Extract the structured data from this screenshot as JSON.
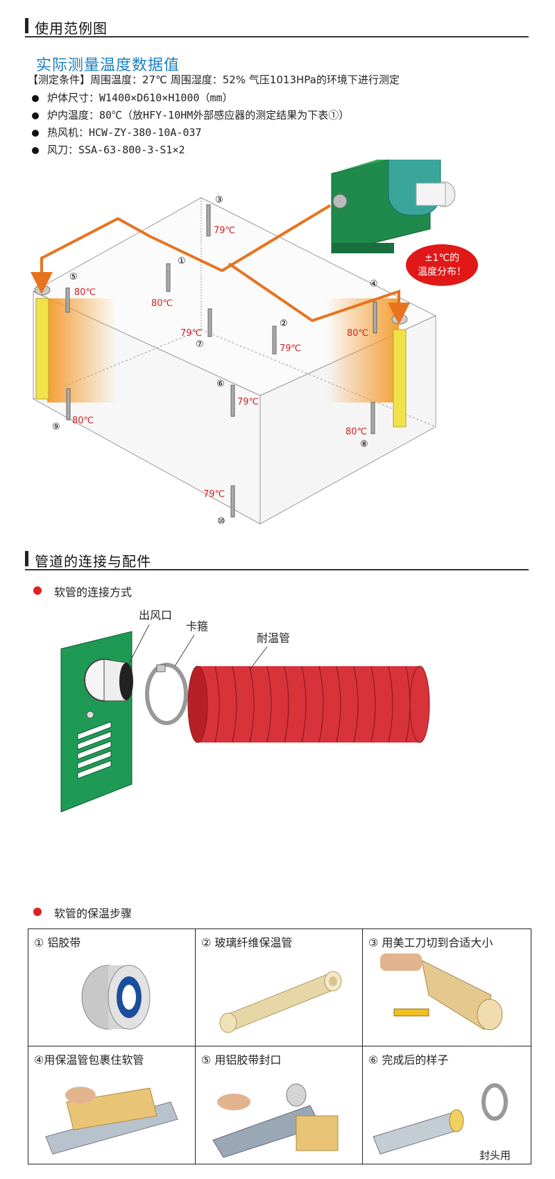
{
  "section1": {
    "title": "使用范例图",
    "subtitle": "实际测量温度数据值",
    "condition": "【测定条件】周围温度：27℃  周围湿度：52% 气压1013HPa的环境下进行测定",
    "bullets": [
      "炉体尺寸：W1400×D610×H1000（mm）",
      "炉内温度：80℃（放HFY-10HM外部感应器的测定结果为下表①）",
      "热风机：HCW-ZY-380-10A-037",
      "风刀：SSA-63-800-3-S1×2"
    ],
    "badge_line1": "±1℃的",
    "badge_line2": "温度分布！",
    "sensors": [
      {
        "num": "①",
        "temp": "80℃"
      },
      {
        "num": "②",
        "temp": "79℃"
      },
      {
        "num": "③",
        "temp": "79℃"
      },
      {
        "num": "④",
        "temp": "80℃"
      },
      {
        "num": "⑤",
        "temp": "80℃"
      },
      {
        "num": "⑥",
        "temp": "79℃"
      },
      {
        "num": "⑦",
        "temp": "79℃"
      },
      {
        "num": "⑧",
        "temp": "80℃"
      },
      {
        "num": "⑨",
        "temp": "80℃"
      },
      {
        "num": "⑩",
        "temp": "79℃"
      }
    ],
    "colors": {
      "arrow": "#e8731e",
      "heater": "#1f8a4c",
      "badge": "#e01818"
    }
  },
  "section2": {
    "title": "管道的连接与配件",
    "sub1": "软管的连接方式",
    "labels": {
      "outlet": "出风口",
      "clamp": "卡箍",
      "hose": "耐温管"
    },
    "sub2": "软管的保温步骤",
    "steps": [
      "① 铝胶带",
      "② 玻璃纤维保温管",
      "③ 用美工刀切到合适大小",
      "④用保温管包裹住软管",
      "⑤ 用铝胶带封口",
      "⑥ 完成后的样子"
    ],
    "step6_extra": "封头用",
    "colors": {
      "panel": "#1f9a55",
      "hose": "#d8323a"
    }
  }
}
